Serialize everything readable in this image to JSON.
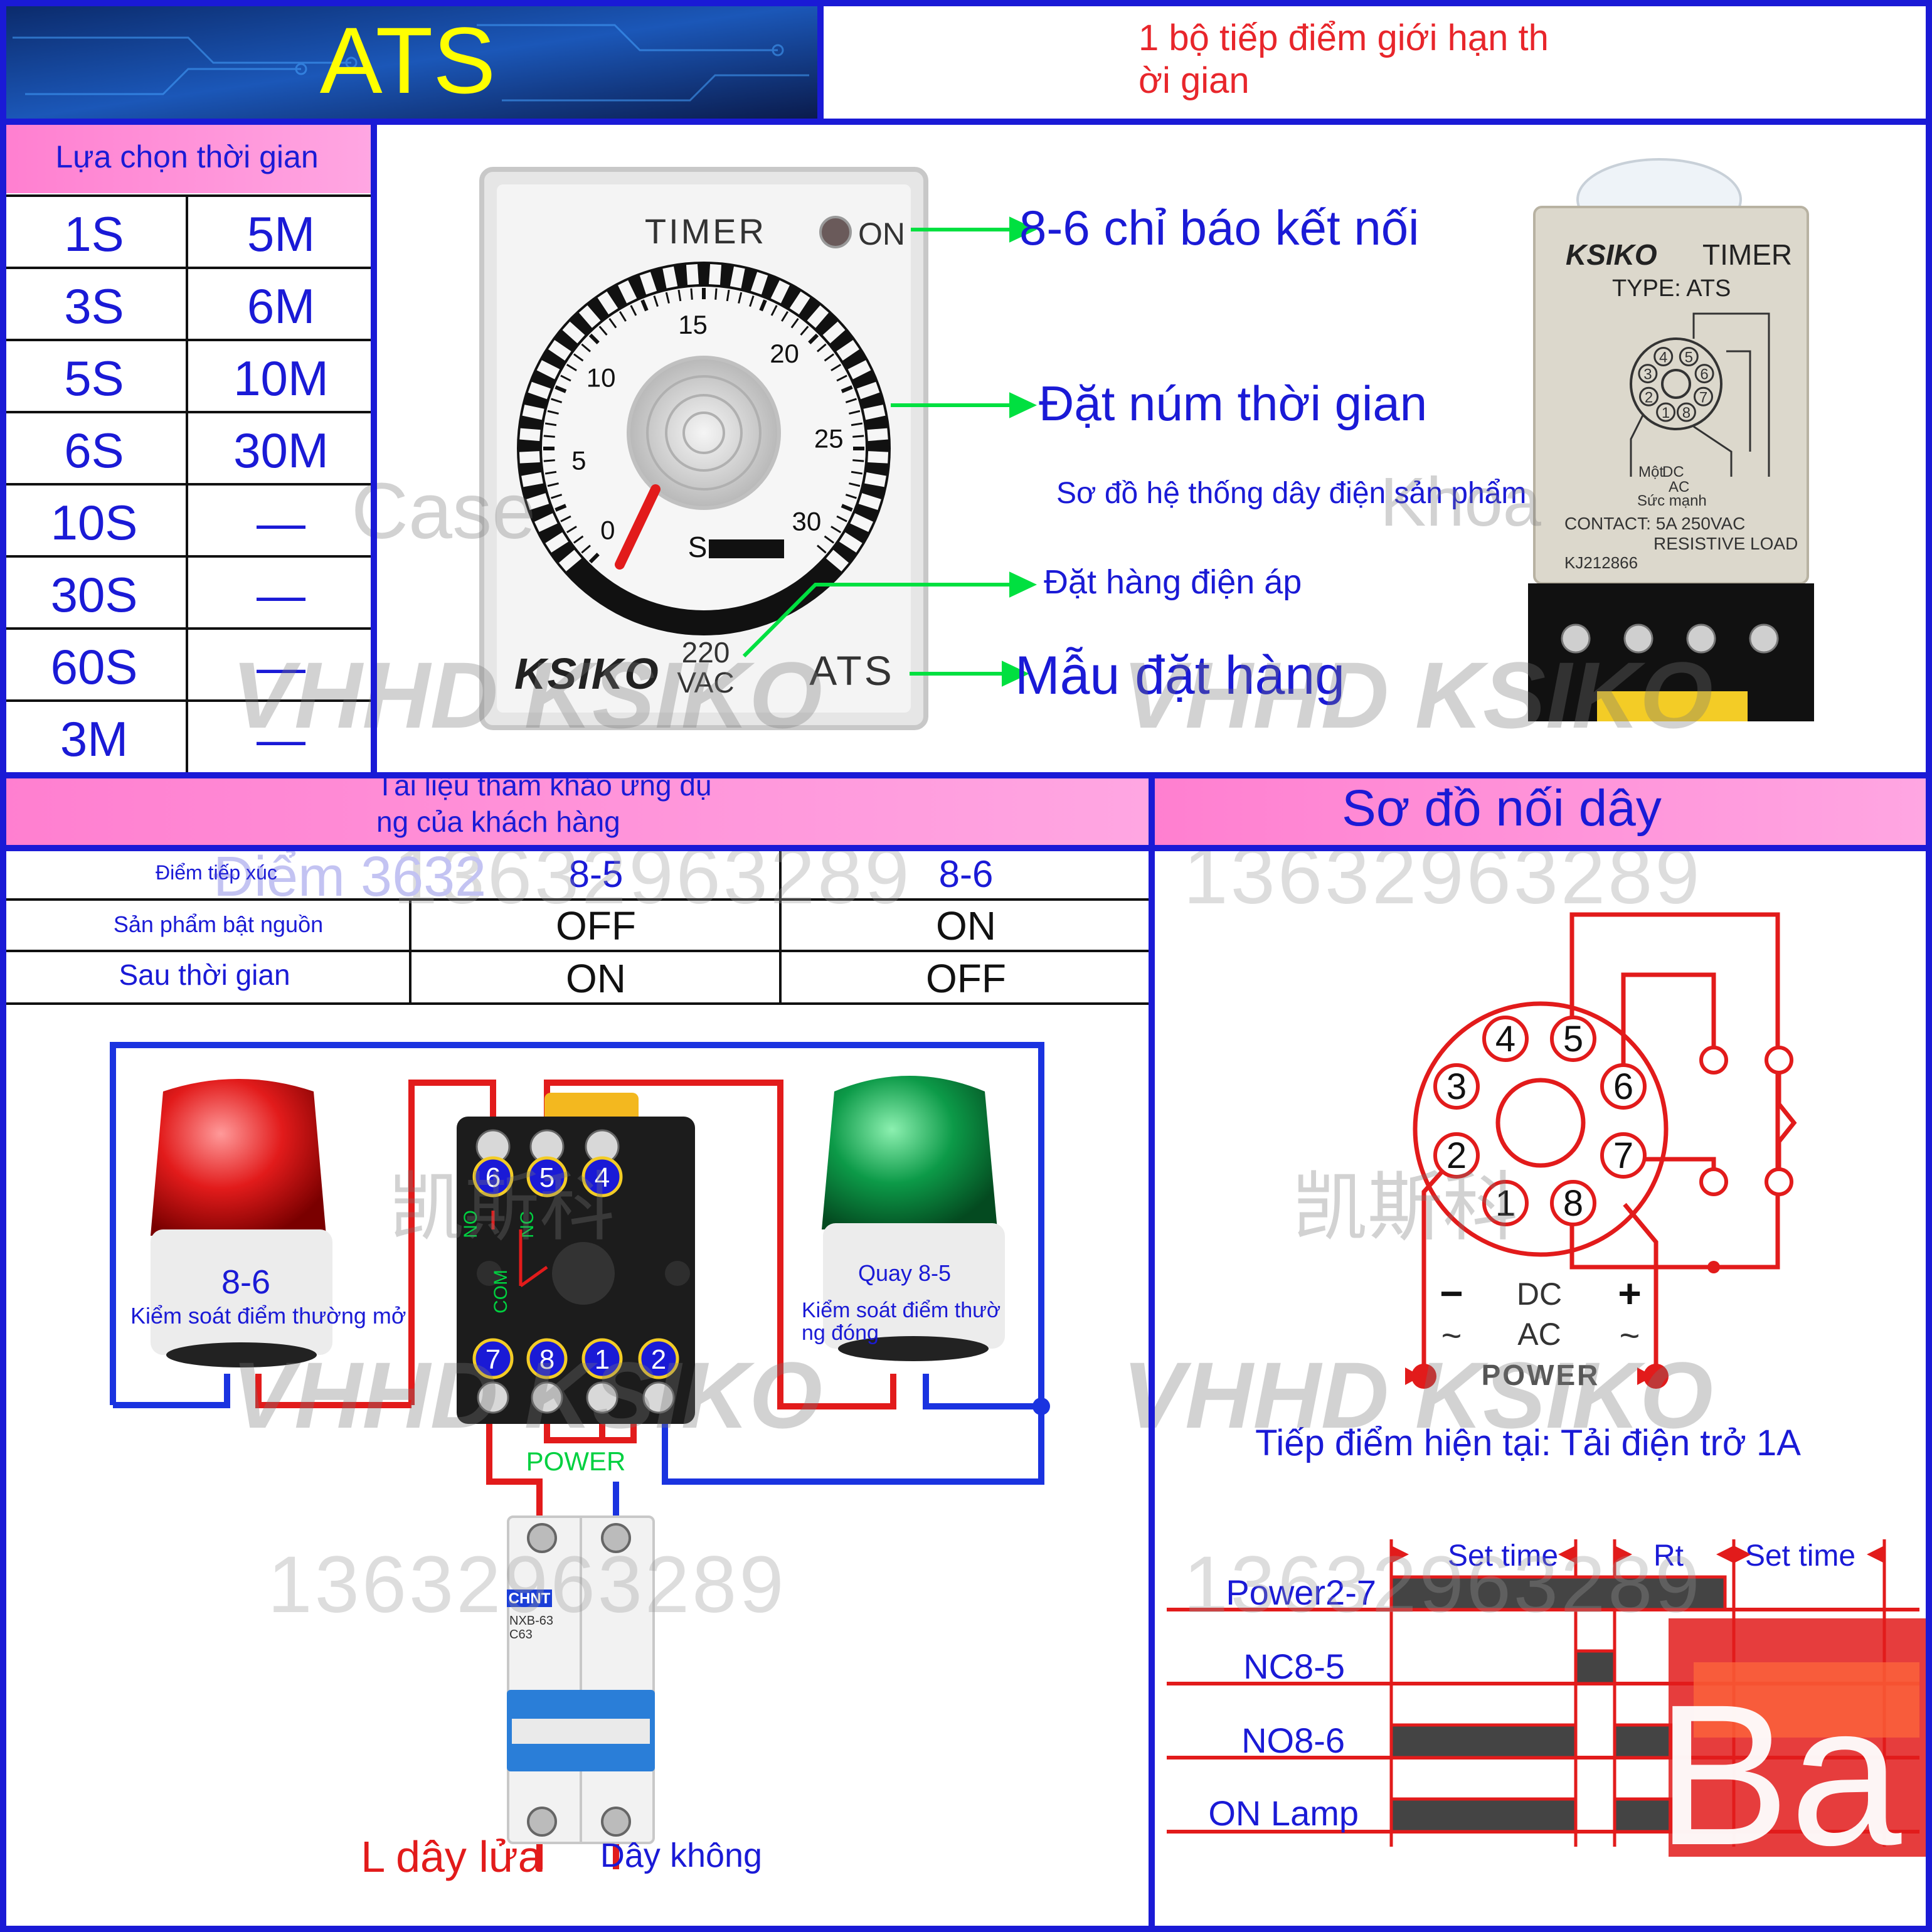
{
  "header": {
    "model": "ATS",
    "title_line1": "1 bộ tiếp điểm giới hạn th",
    "title_line2": "ời gian"
  },
  "time_selection": {
    "title": "Lựa chọn thời gian",
    "rows": [
      [
        "1S",
        "5M"
      ],
      [
        "3S",
        "6M"
      ],
      [
        "5S",
        "10M"
      ],
      [
        "6S",
        "30M"
      ],
      [
        "10S",
        "—"
      ],
      [
        "30S",
        "—"
      ],
      [
        "60S",
        "—"
      ],
      [
        "3M",
        "—"
      ]
    ]
  },
  "front_panel": {
    "label": "TIMER",
    "on_label": "ON",
    "dial_numbers": [
      "0",
      "5",
      "10",
      "15",
      "20",
      "25",
      "30"
    ],
    "unit": "S",
    "brand": "KSIKO",
    "voltage_line1": "220",
    "voltage_line2": "VAC",
    "model": "ATS"
  },
  "callouts": {
    "indicator": "8-6 chỉ báo kết nối",
    "knob": "Đặt núm thời gian",
    "wiring_system": "Sơ đồ hệ thống dây điện sản phẩm",
    "voltage_order": "Đặt hàng điện áp",
    "model_order": "Mẫu đặt hàng"
  },
  "side_product": {
    "brand": "KSIKO",
    "label": "TIMER",
    "type": "TYPE: ATS",
    "dc": "DC",
    "ac": "AC",
    "mot": "Một",
    "power": "Sức mạnh",
    "contact_line1": "CONTACT: 5A 250VAC",
    "contact_line2": "RESISTIVE LOAD",
    "serial": "KJ212866"
  },
  "application": {
    "title_line1": "Tài liệu tham khảo ứng dụ",
    "title_line2": "ng của khách hàng",
    "header_label": "Điểm tiếp xúc",
    "col1": "8-5",
    "col2": "8-6",
    "rows": [
      {
        "label": "Sản phẩm bật nguồn",
        "c1": "OFF",
        "c2": "ON"
      },
      {
        "label": "Sau thời gian",
        "c1": "ON",
        "c2": "OFF"
      }
    ]
  },
  "wiring_example": {
    "red_lamp_code": "8-6",
    "red_lamp_desc": "Kiểm soát điểm thường mở",
    "green_lamp_code": "Quay 8-5",
    "green_lamp_desc_line1": "Kiểm soát điểm thườ",
    "green_lamp_desc_line2": "ng đóng",
    "top_terminals": [
      "6",
      "5",
      "4"
    ],
    "bottom_terminals": [
      "7",
      "8",
      "1",
      "2"
    ],
    "contact_labels": [
      "NO",
      "NC",
      "COM"
    ],
    "power_label": "POWER",
    "breaker_brand": "CHNT",
    "breaker_model": "NXB-63",
    "breaker_rating": "C63",
    "live_wire": "L dây lửa",
    "neutral_wire": "Dây không"
  },
  "wiring_diagram": {
    "title": "Sơ đồ nối dây",
    "pins": [
      "1",
      "2",
      "3",
      "4",
      "5",
      "6",
      "7",
      "8"
    ],
    "minus": "−",
    "plus": "+",
    "dc": "DC",
    "ac": "AC",
    "tilde": "~",
    "power": "POWER",
    "contact_note": "Tiếp điểm hiện tại: Tải điện trở 1A"
  },
  "timing_chart": {
    "labels": [
      "Power2-7",
      "NC8-5",
      "NO8-6",
      "ON Lamp"
    ],
    "intervals": [
      "Set time",
      "Rt",
      "Set time"
    ]
  },
  "watermarks": {
    "phone": "13632963289",
    "brand": "VHHD KSIKO",
    "cn": "凯斯科",
    "case": "Case",
    "khoa": "Khoa",
    "diem": "Điểm 3632",
    "ba": "Ba"
  },
  "colors": {
    "frame_blue": "#1a1ad6",
    "header_pink": "#ff8fd8",
    "header_red": "#e8262b",
    "model_yellow": "#ffff00",
    "callout_green": "#00e040",
    "wire_red": "#e21b1b",
    "wire_blue": "#1a33e0",
    "text_blue": "#2828c8"
  }
}
